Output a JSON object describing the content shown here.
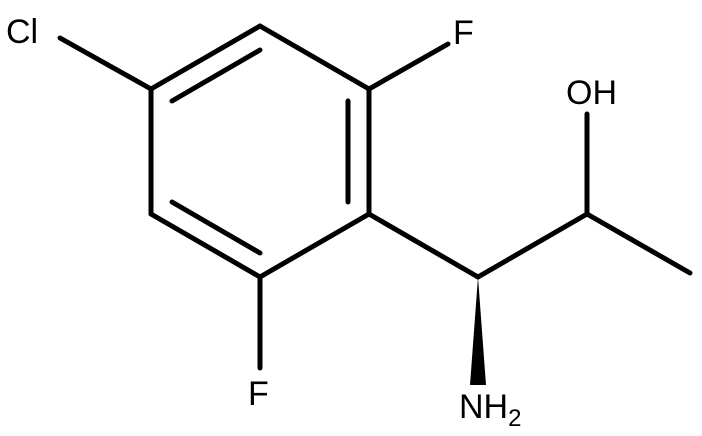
{
  "molecule": {
    "atoms": {
      "cl": "Cl",
      "f_top": "F",
      "f_bottom": "F",
      "oh": "OH",
      "nh2_main": "NH",
      "nh2_sub": "2"
    },
    "colors": {
      "bond": "#000000",
      "background": "#ffffff"
    }
  }
}
